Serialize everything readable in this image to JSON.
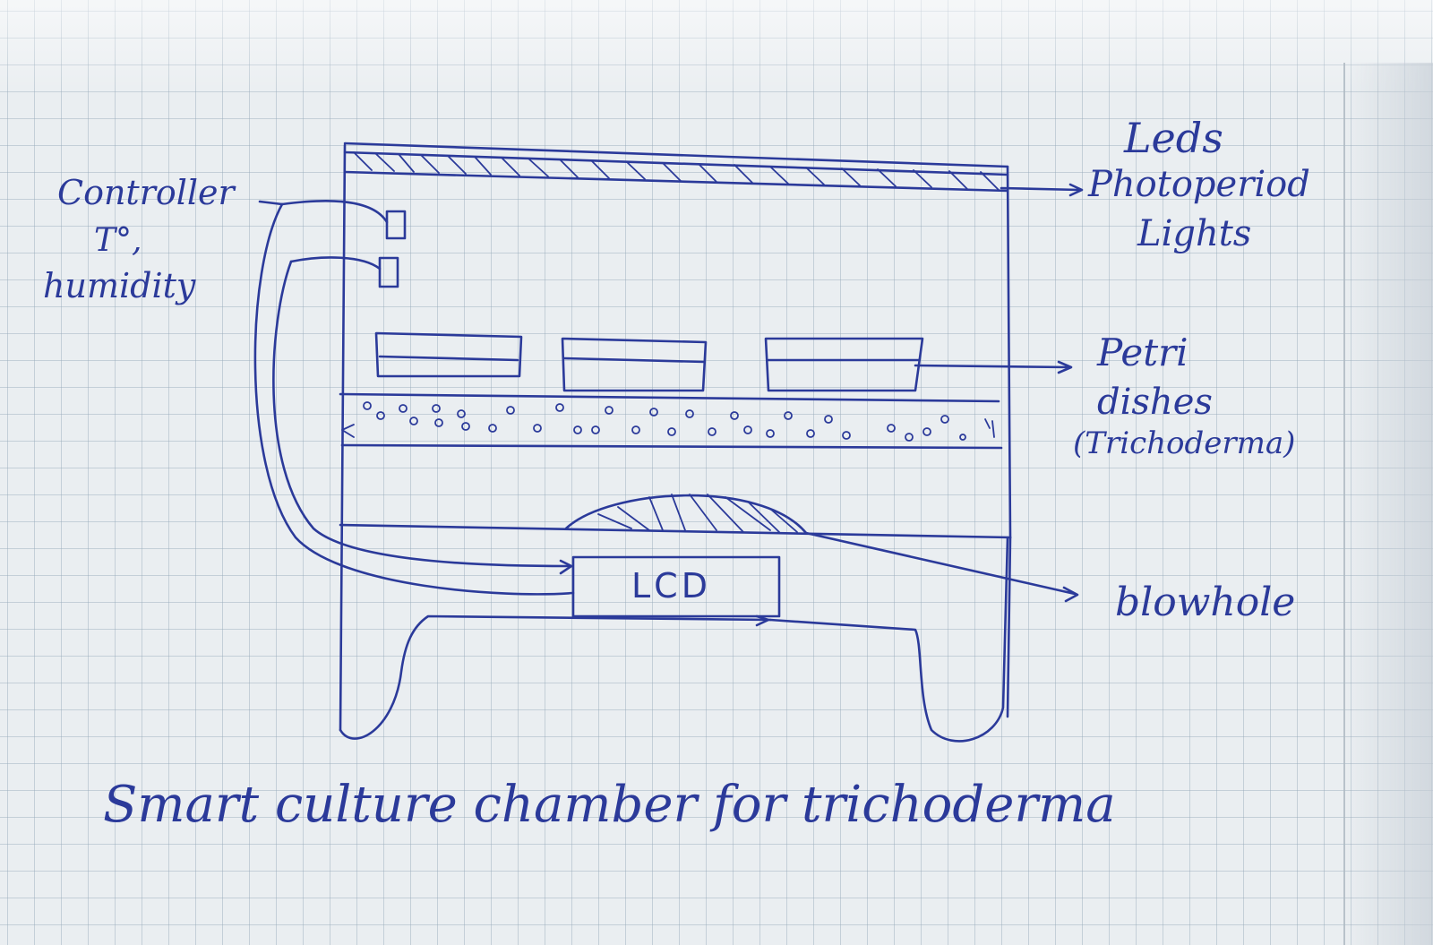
{
  "title": "Smart culture chamber for trichoderma",
  "labels": {
    "leds": "Leds",
    "photoperiod": "Photoperiod",
    "lights": "Lights",
    "petri": "Petri",
    "dishes": "dishes",
    "trichoderma": "(Trichoderma)",
    "blowhole": "blowhole",
    "controller": "Controller",
    "temperature": "T°,",
    "humidity": "humidity",
    "lcd": "LCD"
  },
  "colors": {
    "ink": "#2b3a9a",
    "paper": "#eaeef1",
    "grid": "#96a8ba"
  },
  "petri_dish_count": 3
}
